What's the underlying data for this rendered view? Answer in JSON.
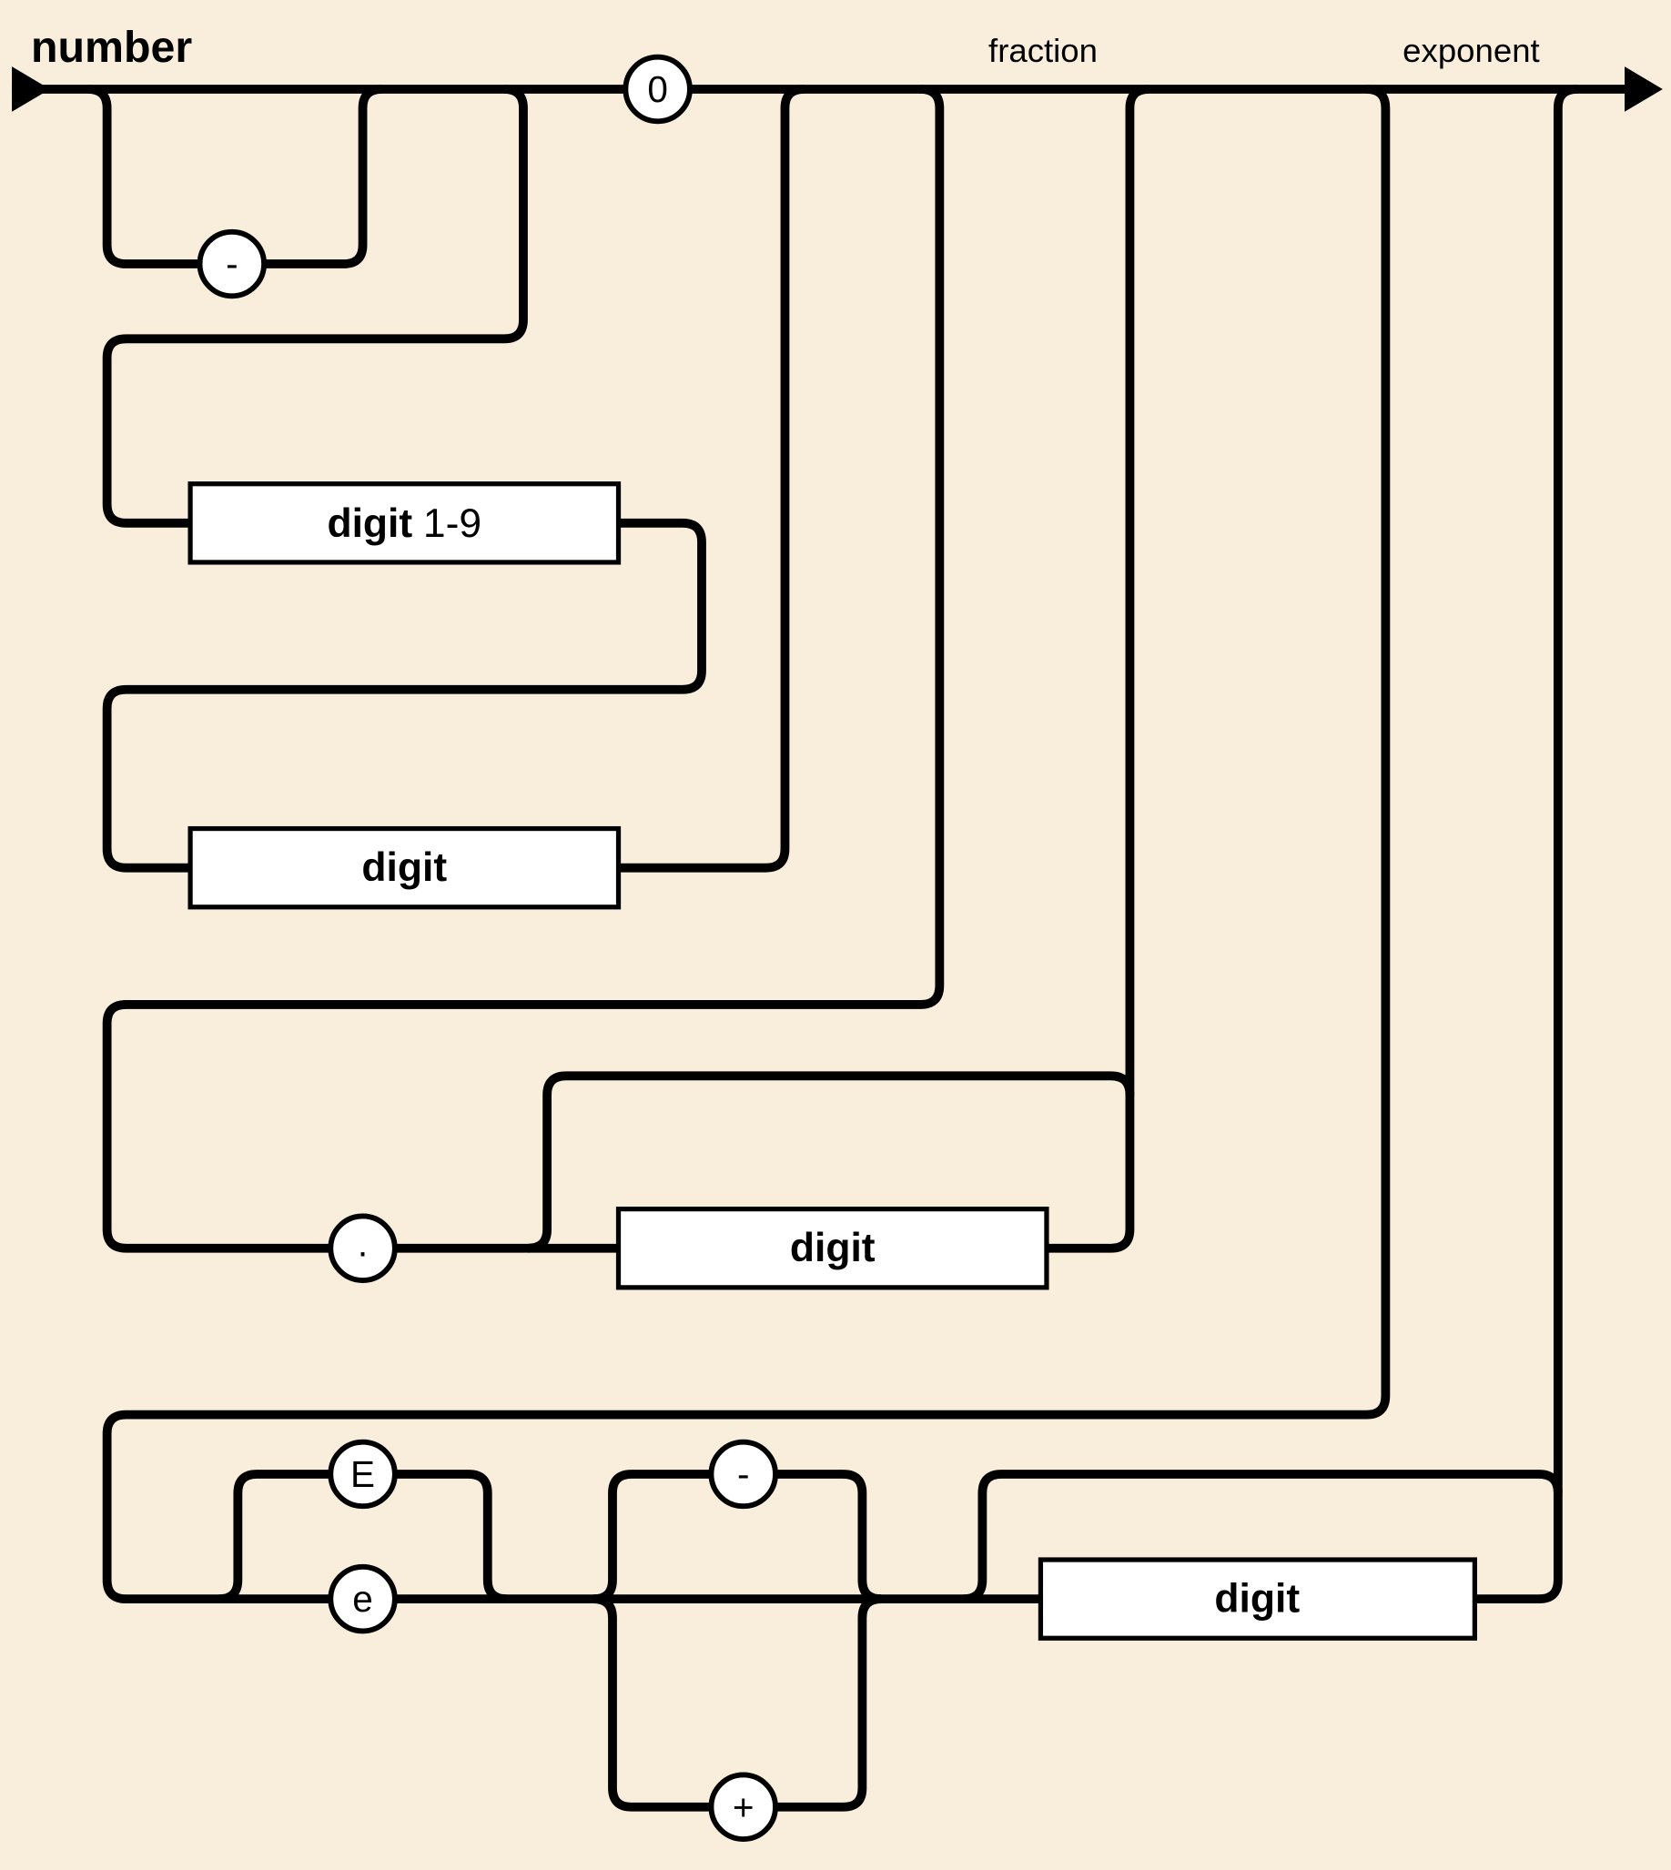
{
  "diagram": {
    "type": "railroad-syntax-diagram",
    "title": "number",
    "sections": {
      "fraction": "fraction",
      "exponent": "exponent"
    },
    "terminals": {
      "zero": "0",
      "minus": "-",
      "dot": ".",
      "upper_E": "E",
      "lower_e": "e",
      "exp_minus": "-",
      "exp_plus": "+"
    },
    "boxes": {
      "digit19_word": "digit",
      "digit19_range": "1-9",
      "integer_digit": "digit",
      "fraction_digit": "digit",
      "exponent_digit": "digit"
    },
    "colors": {
      "background": "#f9eddc",
      "line": "#000000",
      "node_fill": "#ffffff"
    }
  }
}
